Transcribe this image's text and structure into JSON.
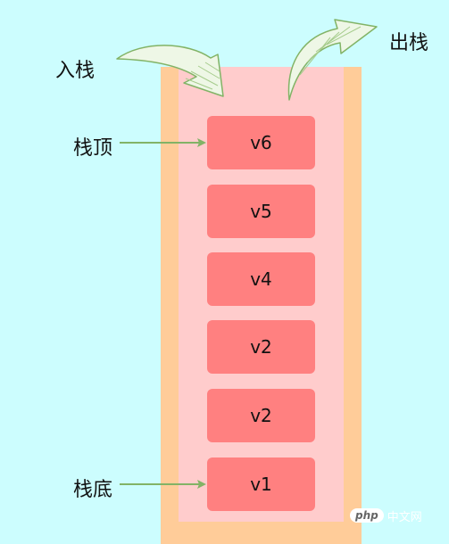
{
  "labels": {
    "push": "入栈",
    "pop": "出栈",
    "top": "栈顶",
    "bottom": "栈底"
  },
  "stack": {
    "items": [
      "v6",
      "v5",
      "v4",
      "v2",
      "v2",
      "v1"
    ]
  },
  "watermark": {
    "logo": "php",
    "site": "中文网"
  },
  "colors": {
    "background": "#ccfdfe",
    "stack_outer": "#ffcc99",
    "stack_inner": "#ffcccc",
    "element": "#ff8080",
    "arrow": "#82b366"
  }
}
